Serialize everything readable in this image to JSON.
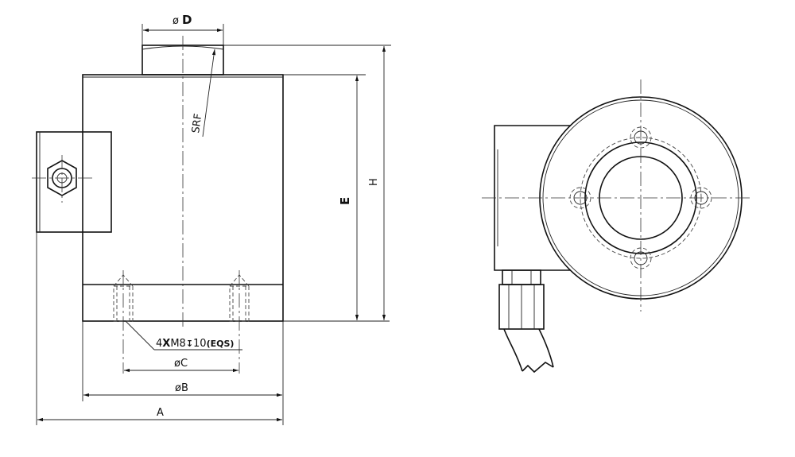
{
  "labels": {
    "dia_d_sym": "ø",
    "dia_d": "D",
    "srf": "SRF",
    "e": "E",
    "h": "H",
    "thread_a": "4",
    "thread_x": "X",
    "thread_b": "M8",
    "thread_arrow": "↧",
    "thread_c": "10",
    "thread_eqs": "(EQS)",
    "dia_c": "øC",
    "dia_b": "øB",
    "a": "A"
  },
  "colors": {
    "line": "#111111",
    "background": "#ffffff"
  }
}
